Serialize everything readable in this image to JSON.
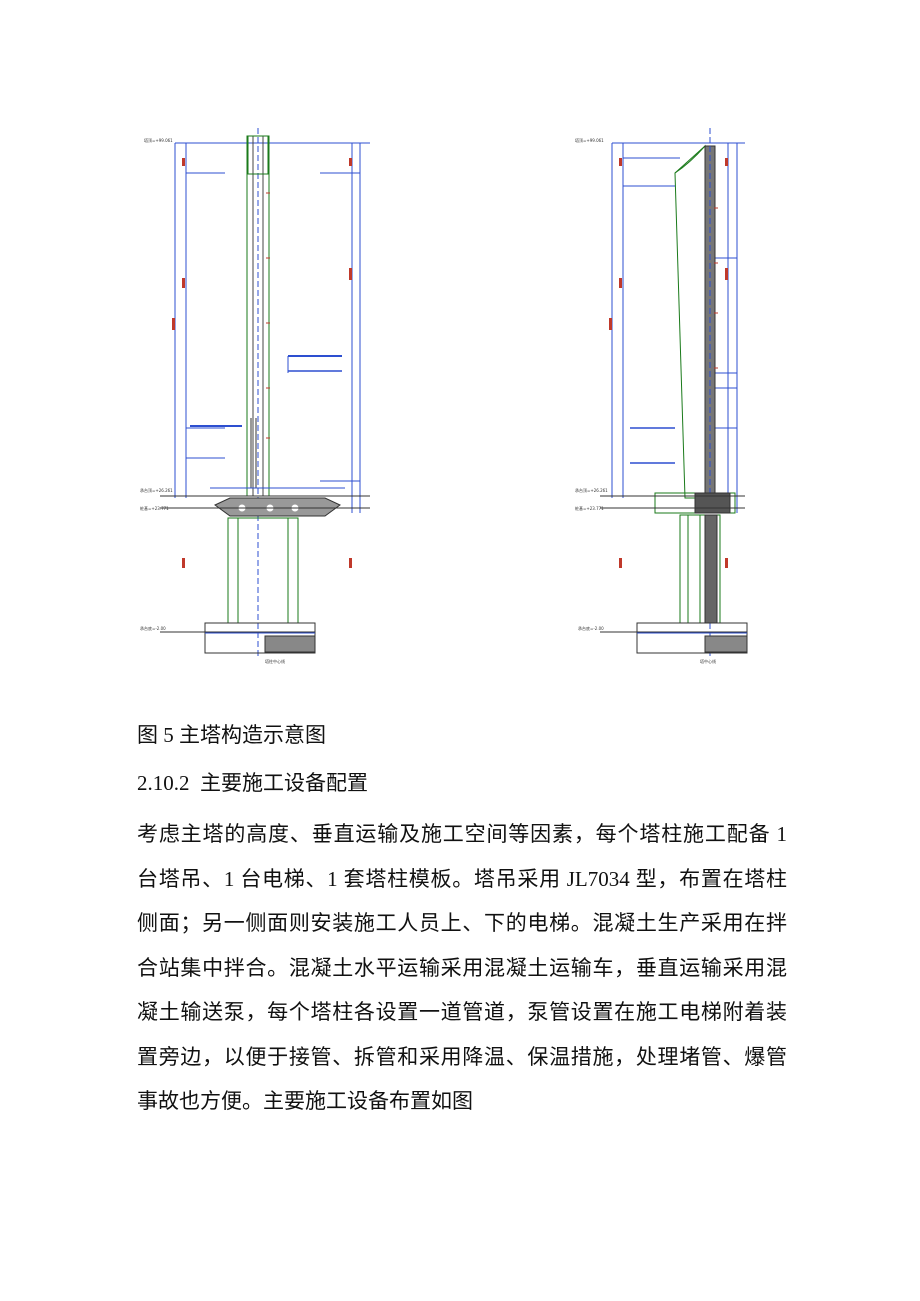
{
  "figure": {
    "left_labels": [
      "塔顶=+99.061",
      "承台顶=+26.261",
      "桩基=+23.771",
      "承台底=-2.00",
      "塔柱中心线"
    ],
    "right_labels": [
      "塔顶=+99.061",
      "承台顶=+26.261",
      "桩基=+23.771",
      "承台底=-2.00",
      "塔中心线"
    ],
    "caption": "图 5 主塔构造示意图"
  },
  "section": {
    "number": "2.10.2",
    "title": "主要施工设备配置"
  },
  "paragraph": "考虑主塔的高度、垂直运输及施工空间等因素，每个塔柱施工配备 1 台塔吊、1 台电梯、1 套塔柱模板。塔吊采用 JL7034 型，布置在塔柱侧面；另一侧面则安装施工人员上、下的电梯。混凝土生产采用在拌合站集中拌合。混凝土水平运输采用混凝土运输车，垂直运输采用混凝土输送泵，每个塔柱各设置一道管道，泵管设置在施工电梯附着装置旁边，以便于接管、拆管和采用降温、保温措施，处理堵管、爆管事故也方便。主要施工设备布置如图"
}
